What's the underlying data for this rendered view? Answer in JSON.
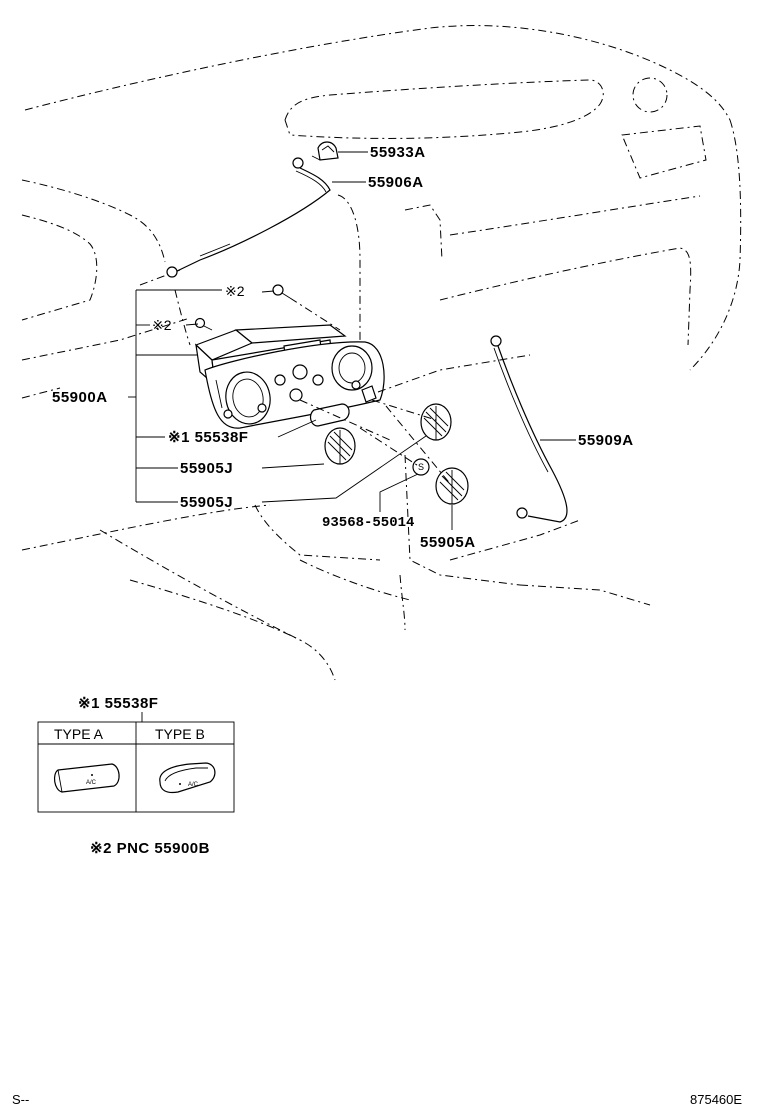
{
  "callouts": {
    "c1": "55933A",
    "c2": "55906A",
    "c3": "※2",
    "c4": "※2",
    "c5": "55900A",
    "c6": "※1 55538F",
    "c7": "55905J",
    "c8": "55905J",
    "c9": "55909A",
    "c10": "93568-55014",
    "c11": "55905A"
  },
  "inset": {
    "title": "※1 55538F",
    "col_a": "TYPE A",
    "col_b": "TYPE B",
    "btn_a": "A/C",
    "btn_b": "A/C"
  },
  "note": "※2 PNC 55900B",
  "footer": {
    "left": "S--",
    "right": "875460E"
  }
}
